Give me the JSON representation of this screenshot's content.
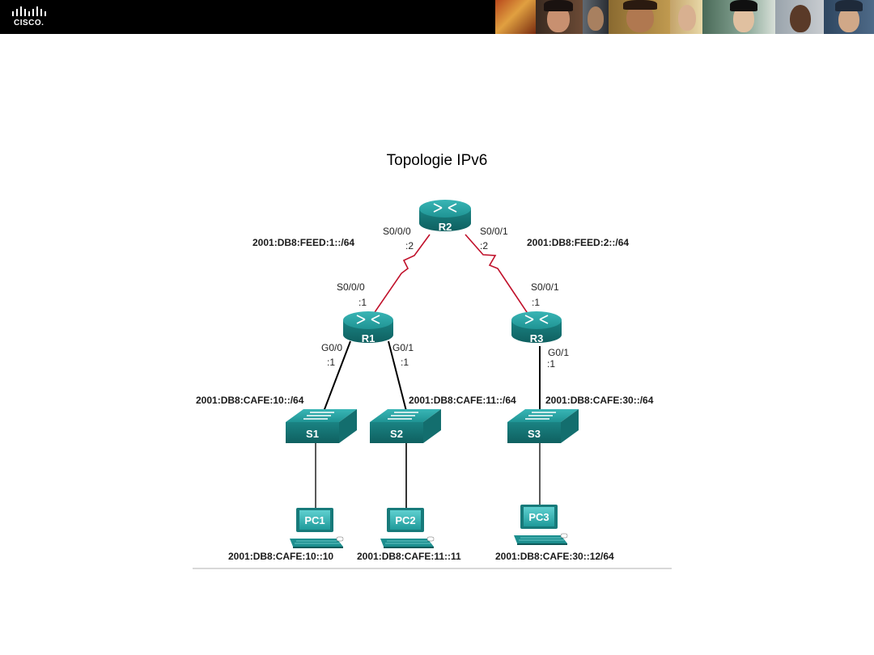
{
  "header": {
    "logo_text": "CISCO."
  },
  "title": "Topologie IPv6",
  "devices": {
    "r1": "R1",
    "r2": "R2",
    "r3": "R3",
    "s1": "S1",
    "s2": "S2",
    "s3": "S3",
    "pc1": "PC1",
    "pc2": "PC2",
    "pc3": "PC3"
  },
  "links": {
    "r2_r1": {
      "network": "2001:DB8:FEED:1::/64",
      "r2_port": "S0/0/0",
      "r2_host": ":2",
      "r1_port": "S0/0/0",
      "r1_host": ":1"
    },
    "r2_r3": {
      "network": "2001:DB8:FEED:2::/64",
      "r2_port": "S0/0/1",
      "r2_host": ":2",
      "r3_port": "S0/0/1",
      "r3_host": ":1"
    },
    "r1_s1": {
      "network": "2001:DB8:CAFE:10::/64",
      "r1_port": "G0/0",
      "r1_host": ":1"
    },
    "r1_s2": {
      "network": "2001:DB8:CAFE:11::/64",
      "r1_port": "G0/1",
      "r1_host": ":1"
    },
    "r3_s3": {
      "network": "2001:DB8:CAFE:30::/64",
      "r3_port": "G0/1",
      "r3_host": ":1"
    }
  },
  "hosts": {
    "pc1_addr": "2001:DB8:CAFE:10::10",
    "pc2_addr": "2001:DB8:CAFE:11::11",
    "pc3_addr": "2001:DB8:CAFE:30::12/64"
  },
  "colors": {
    "device_teal": "#1d8f8f",
    "serial_link": "#c0102a",
    "ethernet_link": "#000000",
    "header_bg": "#000000"
  }
}
